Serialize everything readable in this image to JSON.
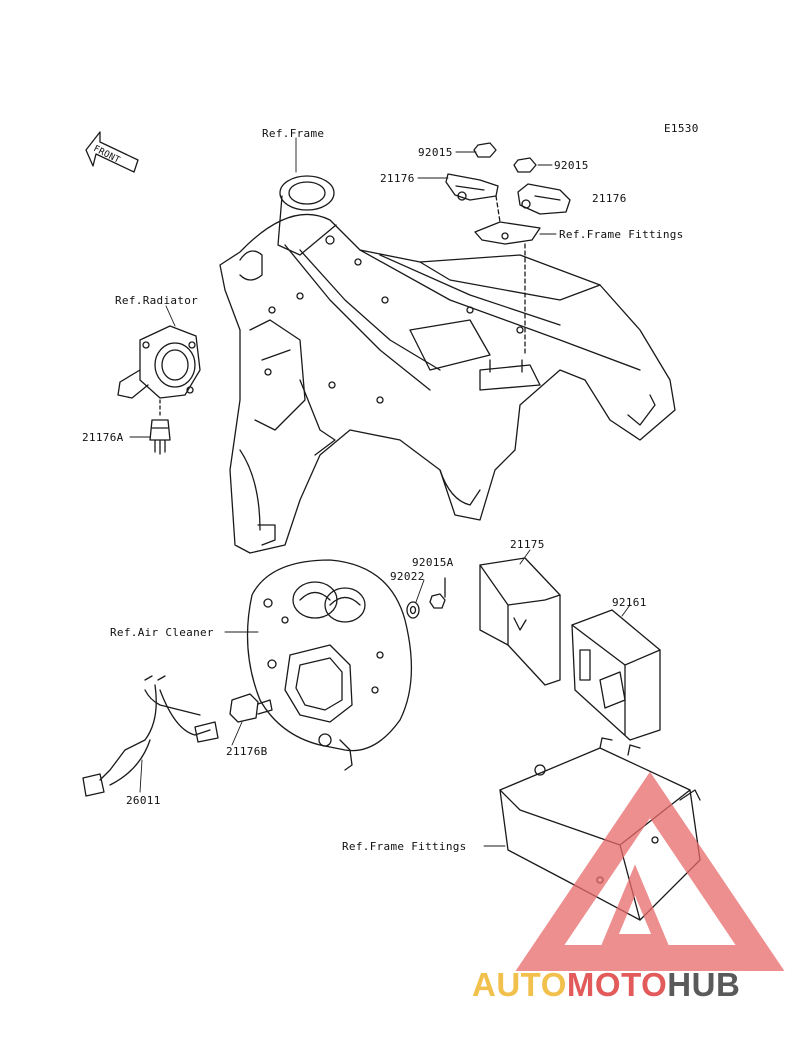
{
  "diagram": {
    "code": "E1530",
    "labels": {
      "ref_frame": "Ref.Frame",
      "p92015_left": "92015",
      "p92015_right": "92015",
      "p21176_left": "21176",
      "p21176_right": "21176",
      "ref_frame_fittings_top": "Ref.Frame Fittings",
      "ref_radiator": "Ref.Radiator",
      "p21176A": "21176A",
      "p21175": "21175",
      "p92015A": "92015A",
      "p92022": "92022",
      "p92161": "92161",
      "ref_air_cleaner": "Ref.Air Cleaner",
      "p21176B": "21176B",
      "p26011": "26011",
      "ref_frame_fittings_bottom": "Ref.Frame Fittings"
    },
    "front_arrow": "FRONT"
  },
  "watermark": {
    "part1": "AUTO",
    "part2": "MOTO",
    "part3": "HUB",
    "colors": {
      "auto": "#f2c04d",
      "moto": "#e25a5a",
      "hub": "#5a5a5a"
    }
  }
}
